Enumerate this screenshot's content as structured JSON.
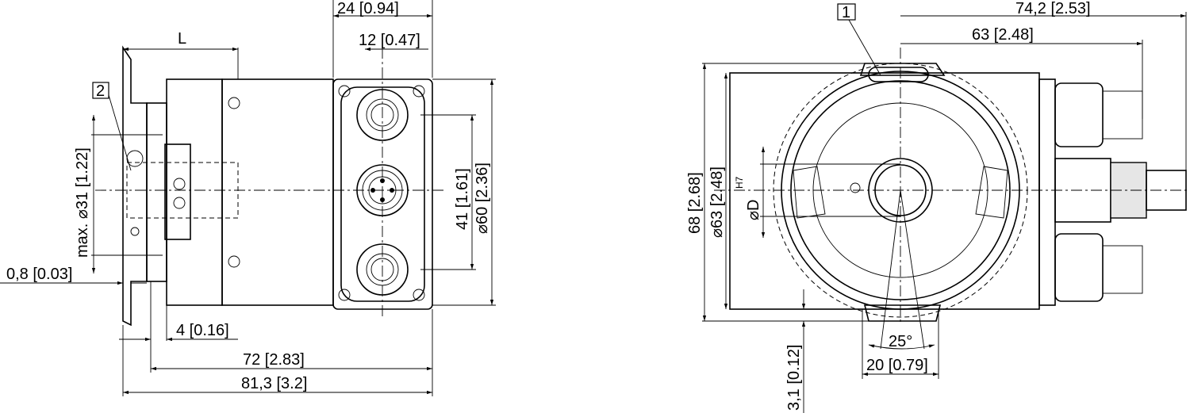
{
  "title": "Encoder dimension drawing",
  "side_view": {
    "dim_width_top": "24 [0.94]",
    "dim_pin_spacing": "12 [0.47]",
    "dim_shaft_length": "L",
    "callout_2": "2",
    "dim_shaft_diameter": "max. ⌀31 [1.22]",
    "dim_flange_thickness": "0,8 [0.03]",
    "dim_connector_spacing": "41 [1.61]",
    "dim_body_diameter": "⌀60 [2.36]",
    "dim_flange_offset": "4 [0.16]",
    "dim_body_length": "72 [2.83]",
    "dim_total_length": "81,3 [3.2]"
  },
  "front_view": {
    "callout_1": "1",
    "dim_total_width": "74,2 [2.53]",
    "dim_housing_width": "63 [2.48]",
    "dim_height": "68 [2.68]",
    "dim_housing_diameter": "⌀63 [2.48]",
    "dim_bore": "⌀D",
    "dim_bore_tolerance": "H7",
    "dim_angle": "25°",
    "dim_slot_width": "20 [0.79]",
    "dim_slot_offset": "3,1 [0.12]"
  }
}
